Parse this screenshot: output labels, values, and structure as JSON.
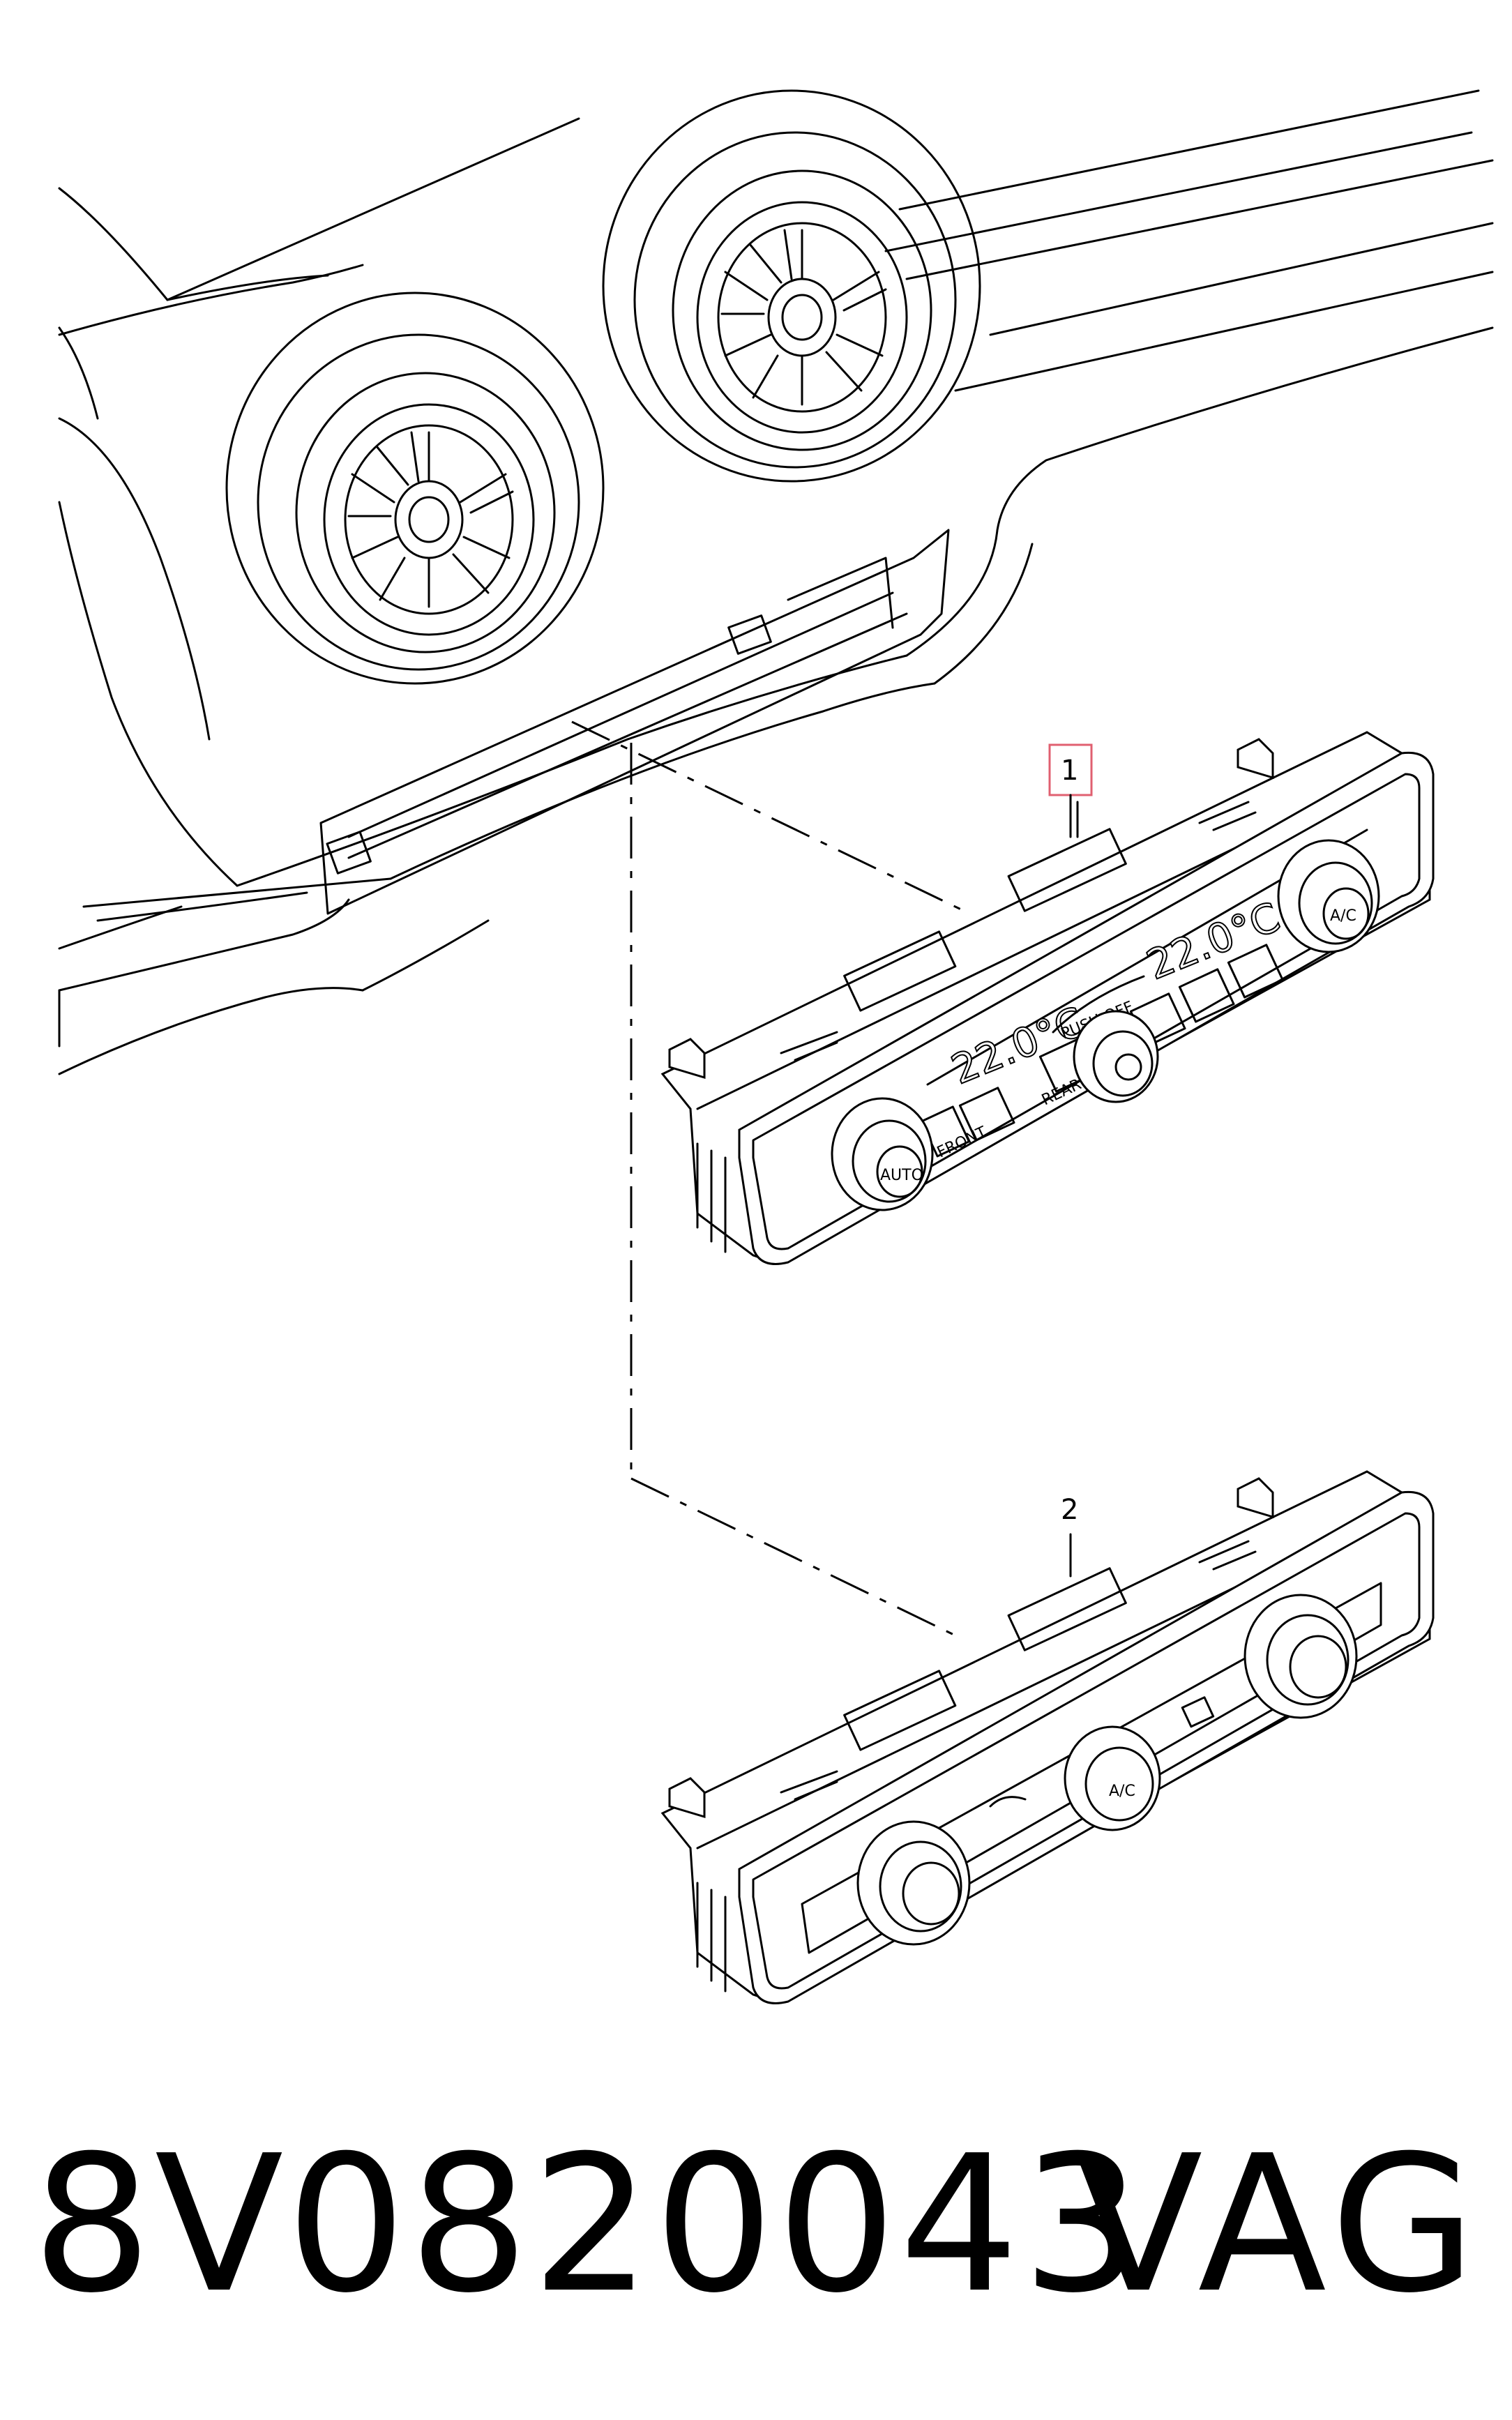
{
  "callouts": {
    "item1": "1",
    "item2": "2"
  },
  "panel_top": {
    "left_temp": "22.0°C",
    "right_temp": "22.0°C",
    "fan_label": "PUSH OFF",
    "left_knob_label": "AUTO",
    "right_knob_label": "A/C",
    "front_label": "FRONT",
    "rear_label": "REAR"
  },
  "panel_bottom": {
    "center_knob_label": "A/C"
  },
  "footer": {
    "part_number": "8V0820043",
    "brand": "VAG"
  },
  "colors": {
    "callout_box": "#e06070",
    "line": "#000000"
  }
}
